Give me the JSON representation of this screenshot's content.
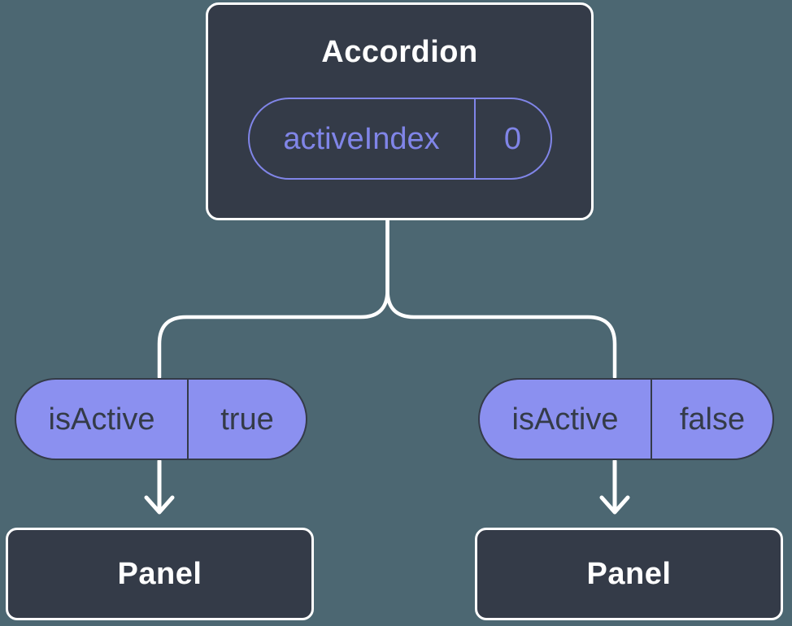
{
  "diagram": {
    "colors": {
      "background": "#4c6772",
      "node_fill": "#343b48",
      "node_border": "#ffffff",
      "pill_fill": "#8b90f0",
      "pill_accent": "#8085e8",
      "pill_dark_text": "#343b48",
      "connector": "#ffffff"
    },
    "root": {
      "title": "Accordion",
      "prop": {
        "name": "activeIndex",
        "value": "0"
      }
    },
    "children": [
      {
        "prop": {
          "name": "isActive",
          "value": "true"
        },
        "label": "Panel"
      },
      {
        "prop": {
          "name": "isActive",
          "value": "false"
        },
        "label": "Panel"
      }
    ]
  }
}
